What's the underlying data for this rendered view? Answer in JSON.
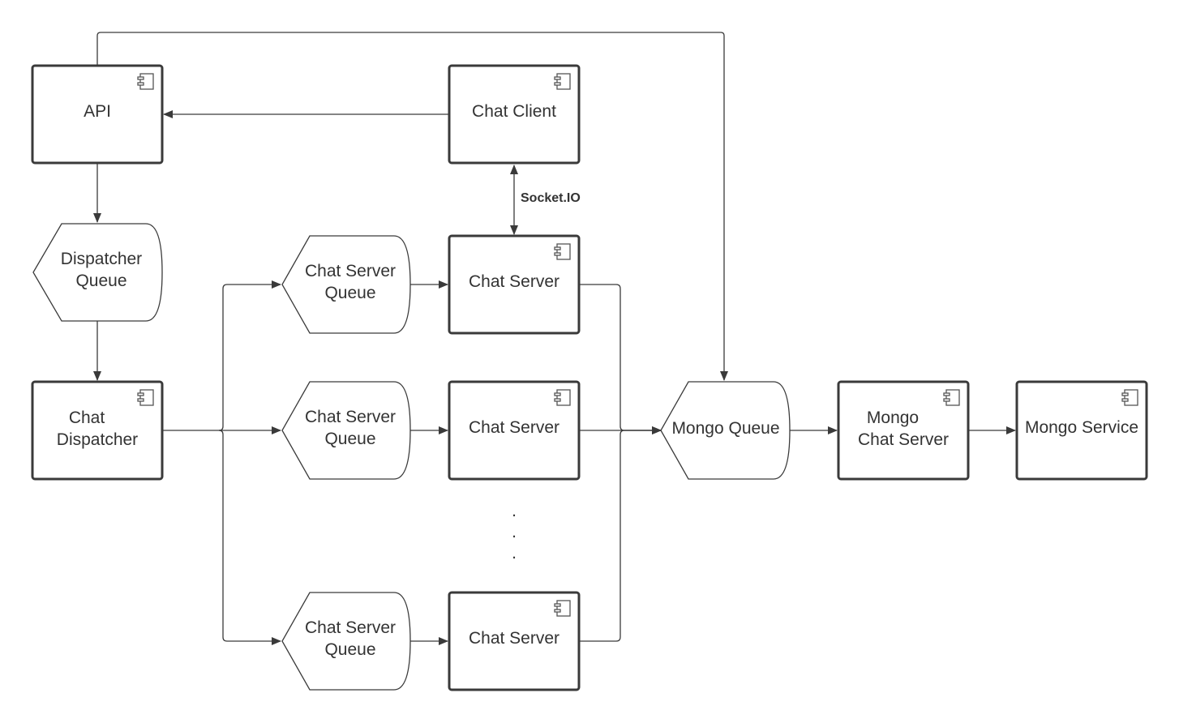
{
  "nodes": {
    "api": "API",
    "chat_client": "Chat Client",
    "dispatcher_queue": [
      "Dispatcher",
      "Queue"
    ],
    "chat_dispatcher": [
      "Chat",
      "Dispatcher"
    ],
    "chat_server_queue_1": [
      "Chat Server",
      "Queue"
    ],
    "chat_server_queue_2": [
      "Chat Server",
      "Queue"
    ],
    "chat_server_queue_3": [
      "Chat Server",
      "Queue"
    ],
    "chat_server_1": "Chat Server",
    "chat_server_2": "Chat Server",
    "chat_server_3": "Chat Server",
    "mongo_queue": "Mongo Queue",
    "mongo_chat_server": [
      "Mongo",
      "Chat Server"
    ],
    "mongo_service": "Mongo Service"
  },
  "edges": {
    "socket_io": "Socket.IO"
  },
  "ellipsis": "."
}
